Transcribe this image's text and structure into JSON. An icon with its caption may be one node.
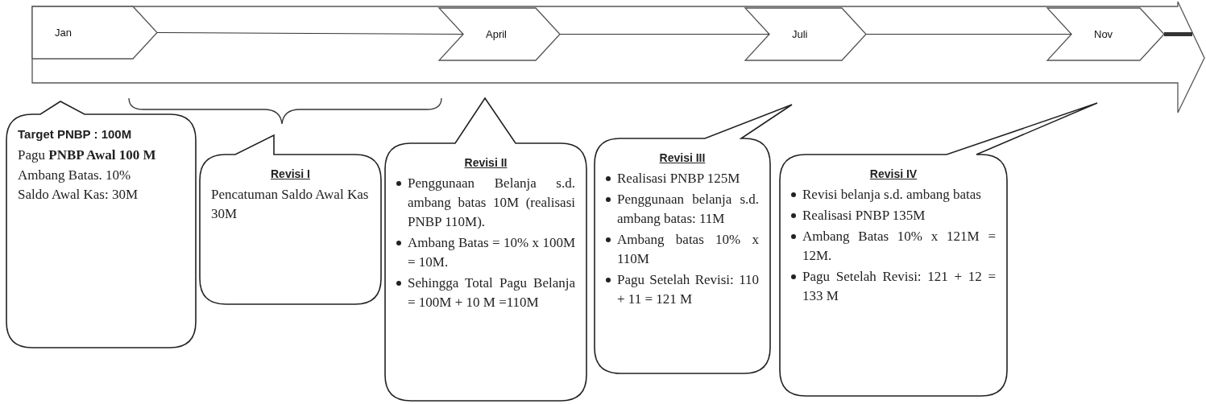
{
  "diagram": {
    "nodes": [
      {
        "text": [],
        "shape": "arrow"
      },
      {
        "text": [
          "Jan"
        ],
        "in": 0
      },
      {
        "text": [
          "April"
        ],
        "in": 0
      },
      {
        "text": [
          "Juli"
        ],
        "in": 0
      },
      {
        "text": [
          "Nov"
        ],
        "in": 0
      },
      {
        "text": [
          "Target PNBP : 100M",
          "Pagu **PNBP Awal 100 M**",
          "Ambang Batas. 10%",
          "Saldo Awal Kas: 30M"
        ]
      },
      {
        "text": [
          "Revisi I",
          "Pencatuman Saldo Awal Kas 30M"
        ]
      },
      {
        "text": [
          "Revisi II",
          "Penggunaan Belanja s.d. ambang batas 10M (realisasi PNBP 110M).",
          "Ambang Batas = 10% x 100M = 10M.",
          "Sehingga Total Pagu Belanja = 100M + 10 M =110M"
        ]
      },
      {
        "text": [
          "Revisi III",
          "Realisasi PNBP 125M",
          "Penggunaan belanja s.d. ambang batas: 11M",
          "Ambang batas 10% x 110M",
          "Pagu Setelah Revisi: 110 + 11 = 121 M"
        ]
      },
      {
        "text": [
          "Revisi IV",
          "Revisi belanja s.d. ambang batas",
          "Realisasi PNBP 135M",
          "Ambang Batas 10% x 121M = 12M.",
          "Pagu Setelah Revisi: 121 + 12 = 133 M"
        ]
      }
    ],
    "edges": [
      {
        "from": 1,
        "to": 2,
        "arrow": "none"
      },
      {
        "from": 2,
        "to": 3,
        "arrow": "none"
      },
      {
        "from": 3,
        "to": 4,
        "arrow": "none"
      },
      {
        "from": 4,
        "to": null,
        "arrow": "none",
        "style": "thick"
      }
    ]
  }
}
